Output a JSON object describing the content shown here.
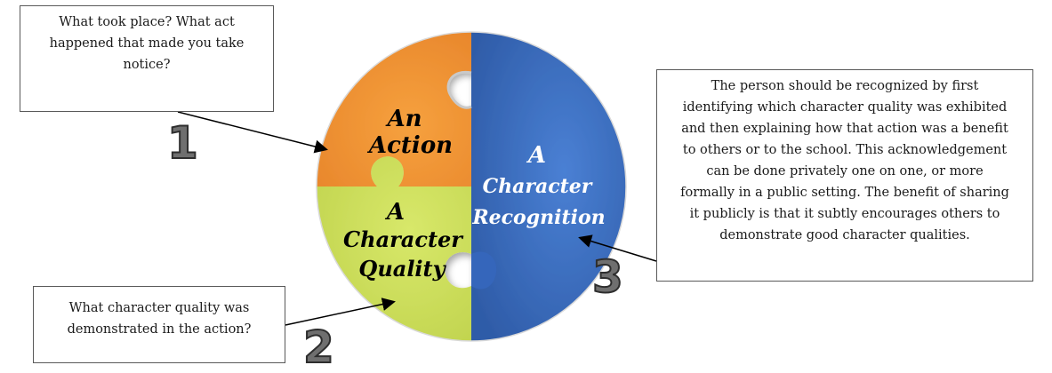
{
  "callouts": {
    "box1": [
      "What took place? What act",
      "happened that made you take",
      "notice?"
    ],
    "box2": [
      "What character quality was",
      "demonstrated  in the action?"
    ],
    "box3": [
      "The person should be recognized by first",
      "identifying which character quality was exhibited",
      "and then explaining how that action was a benefit",
      "to others or to the school. This acknowledgement",
      "can be done privately one on one, or more",
      "formally in a public setting. The benefit of sharing",
      "it publicly is that it subtly encourages others to",
      "demonstrate good character qualities."
    ]
  },
  "numbers": {
    "one": "1",
    "two": "2",
    "three": "3"
  },
  "puzzle": {
    "action": [
      "An",
      "Action"
    ],
    "quality": [
      "A",
      "Character",
      "Quality"
    ],
    "recognition": [
      "A",
      "Character",
      "Recognition"
    ]
  },
  "colors": {
    "orange": "#f0922f",
    "green": "#cfe15a",
    "blue": "#3b6cc4",
    "outline": "#595959"
  }
}
